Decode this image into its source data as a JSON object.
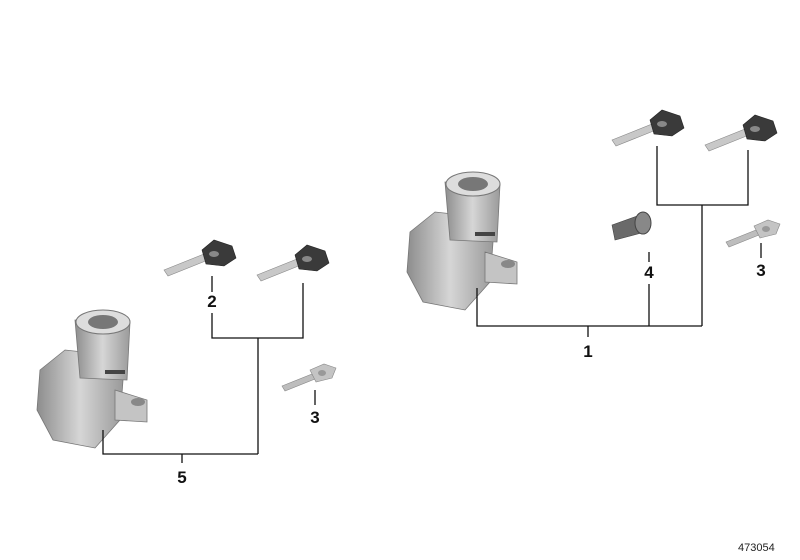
{
  "diagram": {
    "callouts": {
      "ignition_lock_set_right": "1",
      "key_left": "2",
      "key_blank_left": "3",
      "key_blank_right": "3",
      "lock_cylinder": "4",
      "ignition_lock_set_left": "5"
    },
    "reference_number": "473054",
    "colors": {
      "line": "#111111",
      "part_light": "#b8b8b8",
      "part_dark": "#3a3a3a"
    }
  }
}
